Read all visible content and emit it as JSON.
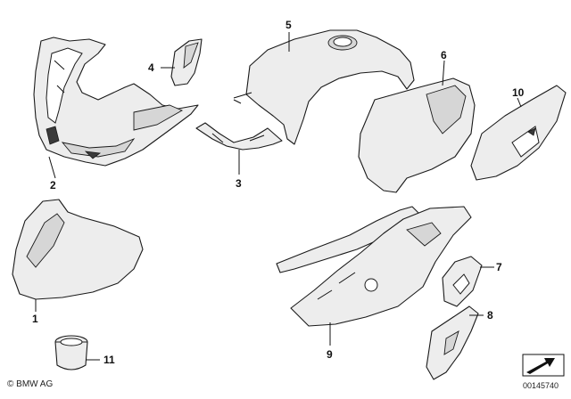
{
  "callouts": {
    "c1": "1",
    "c2": "2",
    "c3": "3",
    "c4": "4",
    "c5": "5",
    "c6": "6",
    "c7": "7",
    "c8": "8",
    "c9": "9",
    "c10": "10",
    "c11": "11"
  },
  "footer": {
    "copyright": "© BMW AG",
    "doc_number": "00145740"
  }
}
